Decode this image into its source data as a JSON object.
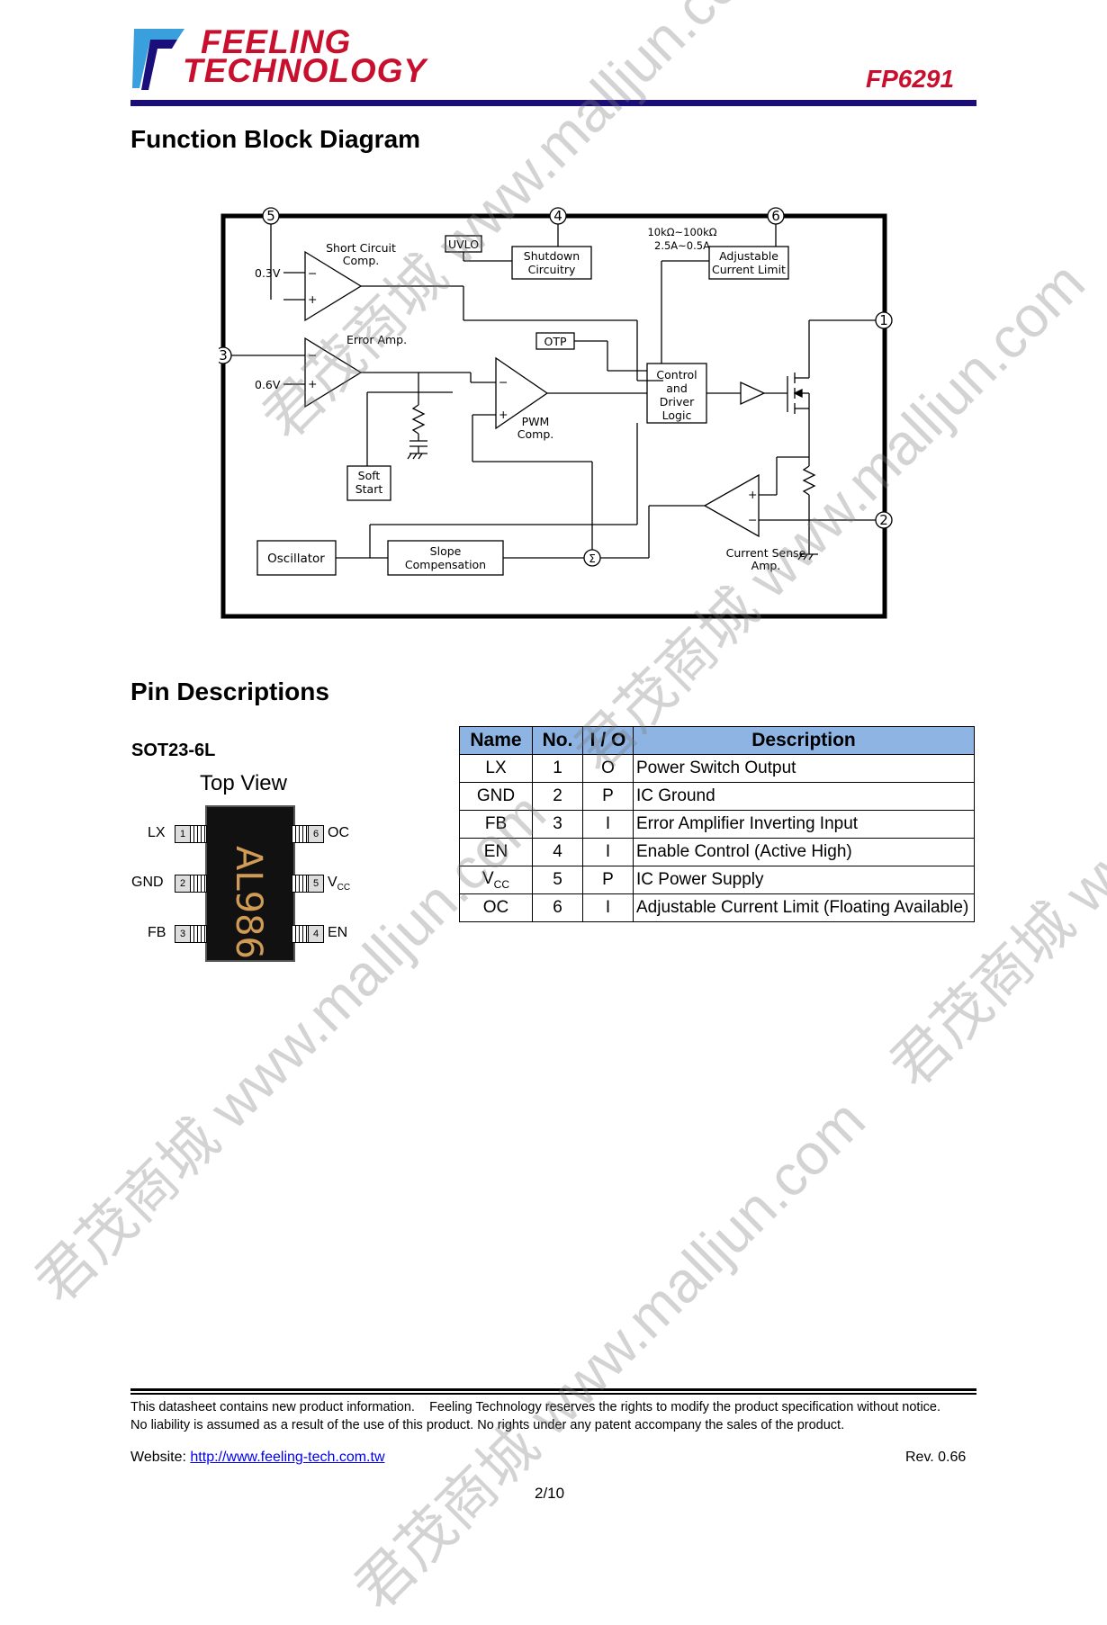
{
  "header": {
    "logo_line1": "FEELING",
    "logo_line2": "TECHNOLOGY",
    "part_number": "FP6291",
    "accent_color": "#c8102e",
    "rule_color": "#1a0f7a"
  },
  "block_diagram": {
    "title": "Function Block Diagram",
    "pins": [
      "5",
      "4",
      "6",
      "1",
      "3",
      "2"
    ],
    "labels": {
      "short_circuit_comp_1": "Short Circuit",
      "short_circuit_comp_2": "Comp.",
      "uvlo": "UVLO",
      "shutdown_1": "Shutdown",
      "shutdown_2": "Circuitry",
      "resistor_range": "10kΩ~100kΩ",
      "current_range": "2.5A~0.5A",
      "adj_limit_1": "Adjustable",
      "adj_limit_2": "Current Limit",
      "ref_03": "0.3V",
      "error_amp": "Error Amp.",
      "otp": "OTP",
      "ref_06": "0.6V",
      "control_1": "Control",
      "control_2": "and",
      "control_3": "Driver",
      "control_4": "Logic",
      "pwm_1": "PWM",
      "pwm_2": "Comp.",
      "soft_1": "Soft",
      "soft_2": "Start",
      "oscillator": "Oscillator",
      "slope_1": "Slope",
      "slope_2": "Compensation",
      "sum": "Σ",
      "csa_1": "Current Sense",
      "csa_2": "Amp.",
      "minus": "−",
      "plus": "+"
    }
  },
  "pin_descriptions": {
    "title": "Pin Descriptions",
    "package": "SOT23-6L",
    "top_view": "Top View",
    "marking": "AL986",
    "left_pins": [
      {
        "name": "LX",
        "num": "1"
      },
      {
        "name": "GND",
        "num": "2"
      },
      {
        "name": "FB",
        "num": "3"
      }
    ],
    "right_pins": [
      {
        "name": "OC",
        "sub": "",
        "num": "6"
      },
      {
        "name": "V",
        "sub": "CC",
        "num": "5"
      },
      {
        "name": "EN",
        "sub": "",
        "num": "4"
      }
    ],
    "table": {
      "headers": [
        "Name",
        "No.",
        "I / O",
        "Description"
      ],
      "rows": [
        {
          "name": "LX",
          "sub": "",
          "no": "1",
          "io": "O",
          "desc": "Power Switch Output"
        },
        {
          "name": "GND",
          "sub": "",
          "no": "2",
          "io": "P",
          "desc": "IC Ground"
        },
        {
          "name": "FB",
          "sub": "",
          "no": "3",
          "io": "I",
          "desc": "Error Amplifier Inverting Input"
        },
        {
          "name": "EN",
          "sub": "",
          "no": "4",
          "io": "I",
          "desc": "Enable Control (Active High)"
        },
        {
          "name": "V",
          "sub": "CC",
          "no": "5",
          "io": "P",
          "desc": "IC Power Supply"
        },
        {
          "name": "OC",
          "sub": "",
          "no": "6",
          "io": "I",
          "desc": "Adjustable Current Limit (Floating Available)"
        }
      ],
      "header_color": "#8eb4e3"
    }
  },
  "footer": {
    "line1": "This datasheet contains new product information.    Feeling Technology reserves the rights to modify the product specification without notice.",
    "line2": "No liability is assumed as a result of the use of this product. No rights under any patent accompany the sales of the product.",
    "website_label": "Website: ",
    "website_url": "http://www.feeling-tech.com.tw",
    "revision": "Rev. 0.66",
    "page": "2/10"
  },
  "watermarks": [
    "君茂商城 www.malljun.com"
  ]
}
